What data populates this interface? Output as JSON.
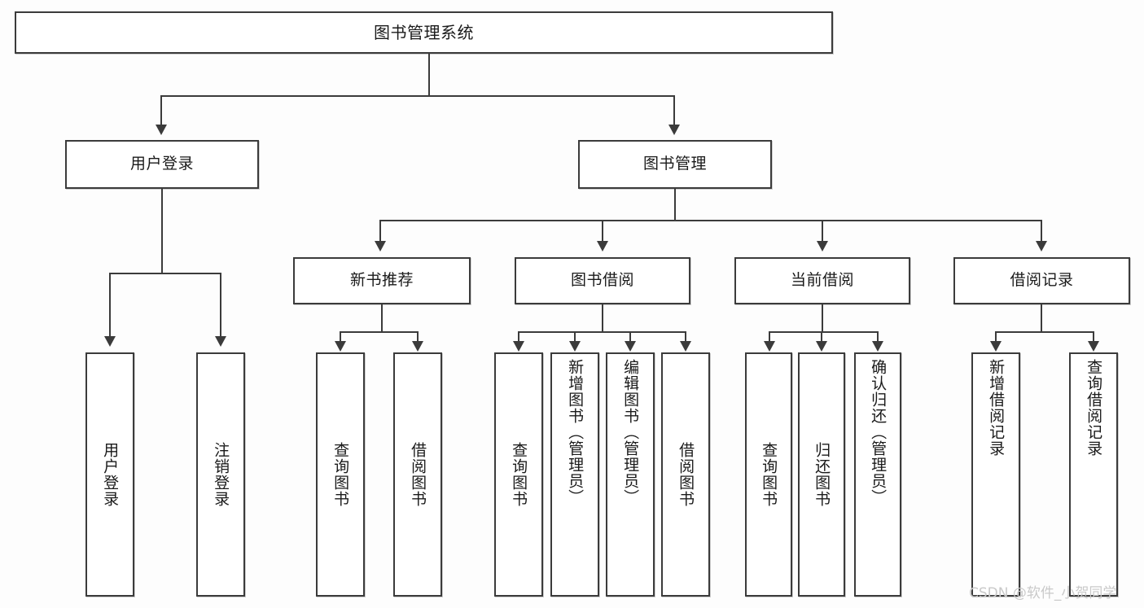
{
  "diagram": {
    "title": "图书管理系统",
    "type": "tree",
    "root": {
      "label": "图书管理系统"
    },
    "level2": [
      {
        "label": "用户登录"
      },
      {
        "label": "图书管理"
      }
    ],
    "level3": [
      {
        "label": "新书推荐"
      },
      {
        "label": "图书借阅"
      },
      {
        "label": "当前借阅"
      },
      {
        "label": "借阅记录"
      }
    ],
    "leaves": {
      "user_login": [
        {
          "label": "用户登录"
        },
        {
          "label": "注销登录"
        }
      ],
      "new_book_recommend": [
        {
          "label": "查询图书"
        },
        {
          "label": "借阅图书"
        }
      ],
      "book_borrow": [
        {
          "label": "查询图书"
        },
        {
          "label": "新增图书（管理员）"
        },
        {
          "label": "编辑图书（管理员）"
        },
        {
          "label": "借阅图书"
        }
      ],
      "current_borrow": [
        {
          "label": "查询图书"
        },
        {
          "label": "归还图书"
        },
        {
          "label": "确认归还（管理员）"
        }
      ],
      "borrow_record": [
        {
          "label": "新增借阅记录"
        },
        {
          "label": "查询借阅记录"
        }
      ]
    }
  },
  "watermark": {
    "text": "CSDN @软件_小贺同学"
  },
  "colors": {
    "stroke": "#3b3b3b",
    "fill": "#ffffff",
    "background": "#fdfdfd",
    "text": "#1a1a1a",
    "watermark": "#c9c9c9"
  }
}
